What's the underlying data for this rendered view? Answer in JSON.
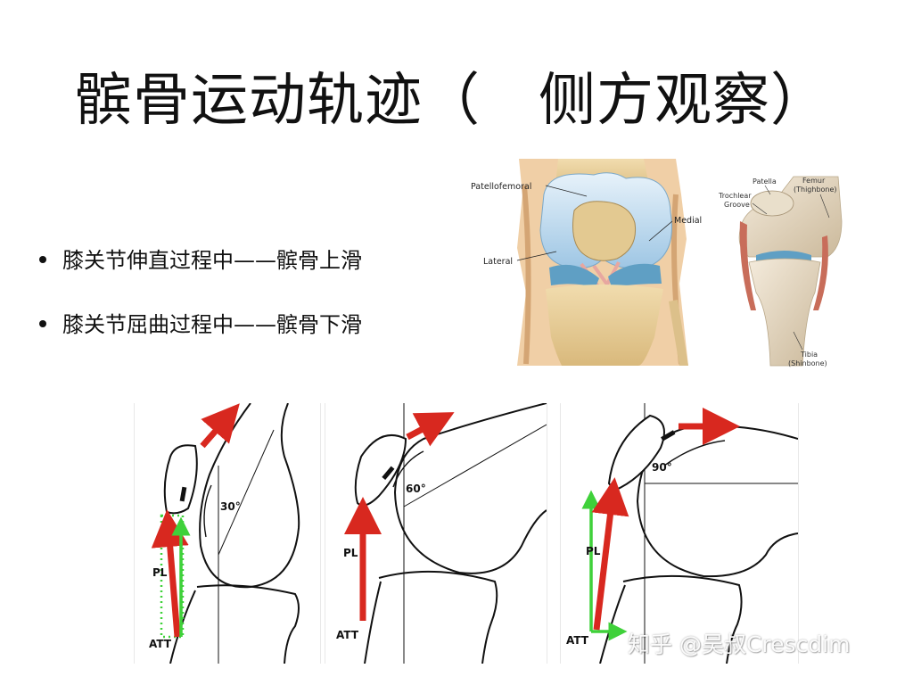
{
  "title": "髌骨运动轨迹（　侧方观察）",
  "bullets": [
    "膝关节伸直过程中——髌骨上滑",
    "膝关节屈曲过程中——髌骨下滑"
  ],
  "anatomy_front": {
    "labels": {
      "patellofemoral": "Patellofemoral",
      "medial": "Medial",
      "lateral": "Lateral"
    }
  },
  "anatomy_side": {
    "labels": {
      "patella": "Patella",
      "femur_line1": "Femur",
      "femur_line2": "(Thighbone)",
      "trochlear_line1": "Trochlear",
      "trochlear_line2": "Groove",
      "tibia_line1": "Tibia",
      "tibia_line2": "(Shinbone)"
    }
  },
  "diagrams": [
    {
      "angle_label": "30°",
      "pl_label": "PL",
      "att_label": "ATT"
    },
    {
      "angle_label": "60°",
      "pl_label": "PL",
      "att_label": "ATT"
    },
    {
      "angle_label": "90°",
      "pl_label": "PL",
      "att_label": "ATT"
    }
  ],
  "colors": {
    "red_arrow": "#d8281f",
    "green_arrow": "#3fd13a",
    "cartilage_blue": "#bcd9ef",
    "meniscus_blue": "#5f9fc4",
    "bone_tan": "#e8cf9a"
  },
  "watermark": "知乎 @吴叔Crescdim"
}
